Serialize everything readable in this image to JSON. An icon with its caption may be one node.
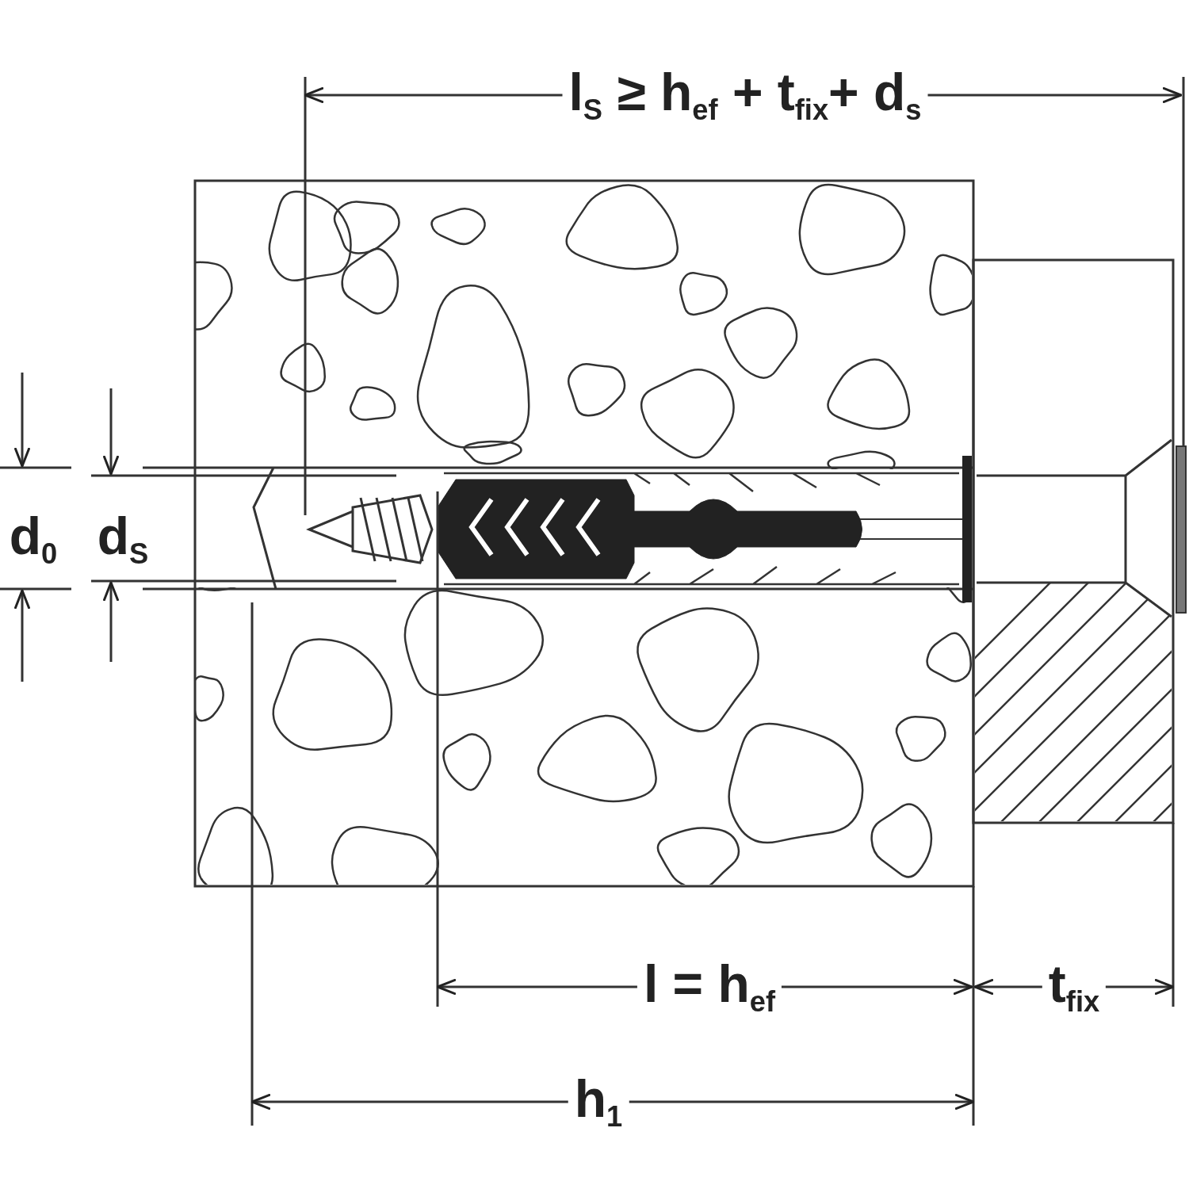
{
  "diagram": {
    "labels": [
      "l$_{S}$ ≥ h$_{ef}$ + t$_{fix}$+ d$_{s}$",
      "d$_{0}$",
      "d$_{S}$",
      "l = h$_{ef}$",
      "t$_{fix}$",
      "h$_{1}$"
    ]
  }
}
